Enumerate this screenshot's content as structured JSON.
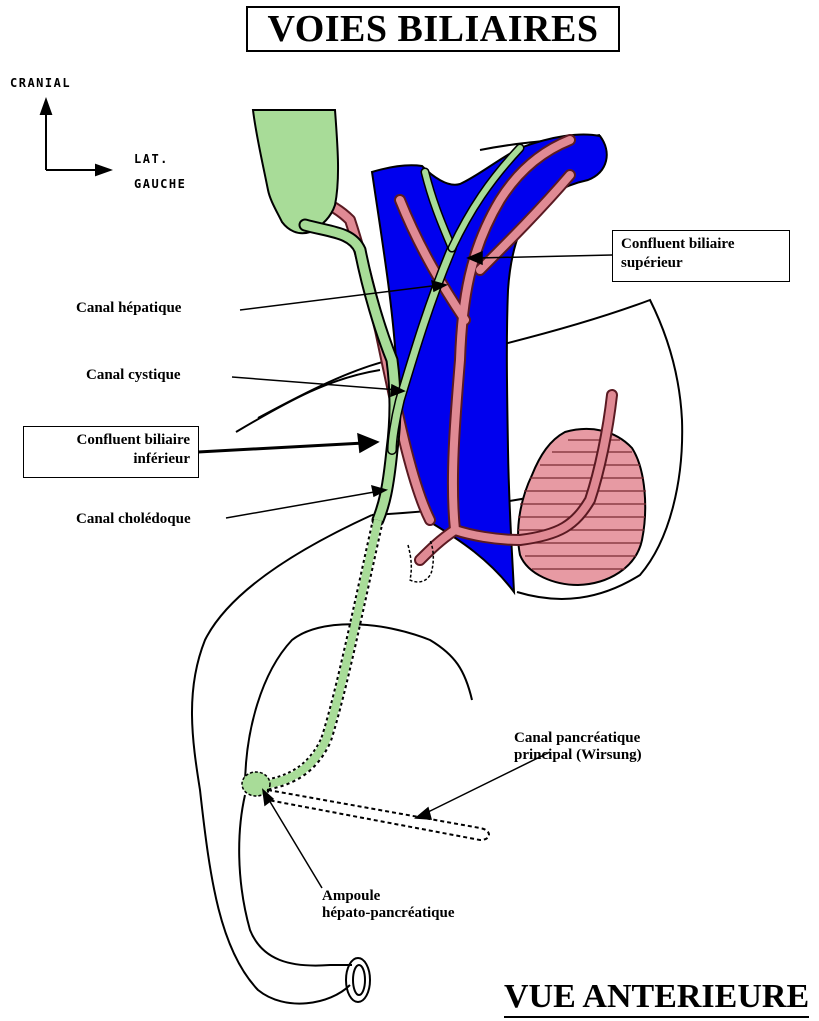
{
  "title": "VOIES BILIAIRES",
  "view_label": "VUE ANTERIEURE",
  "orientation": {
    "vertical": "CRANIAL",
    "horizontal_line1": "LAT.",
    "horizontal_line2": "GAUCHE"
  },
  "labels": {
    "canal_hepatique": "Canal hépatique",
    "canal_cystique": "Canal cystique",
    "confluent_inferieur_line1": "Confluent biliaire",
    "confluent_inferieur_line2": "inférieur",
    "canal_choledoque": "Canal cholédoque",
    "confluent_superieur_line1": "Confluent biliaire",
    "confluent_superieur_line2": "supérieur",
    "canal_pancreatique_line1": "Canal pancréatique",
    "canal_pancreatique_line2": "principal (Wirsung)",
    "ampoule_line1": "Ampoule",
    "ampoule_line2": "hépato-pancréatique"
  },
  "colors": {
    "bile_duct": "#a8dc98",
    "vein": "#0000ee",
    "artery": "#e08a94",
    "outline": "#000000"
  }
}
